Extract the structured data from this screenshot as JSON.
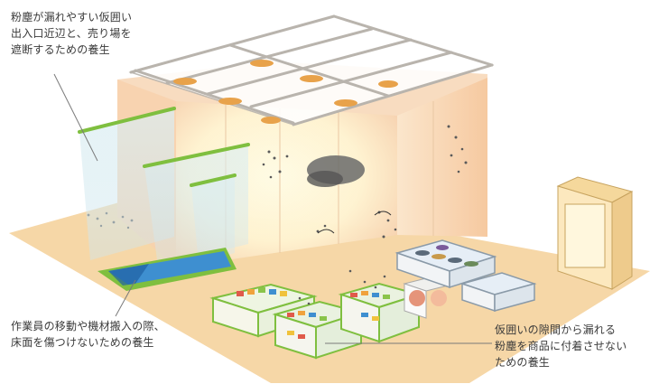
{
  "annotations": {
    "entrance_curtain": "粉塵が漏れやすい仮囲い\n出入口近辺と、売り場を\n遮断するための養生",
    "floor_protection": "作業員の移動や機材搬入の際、\n床面を傷つけないための養生",
    "goods_protection": "仮囲いの隙間から漏れる\n粉塵を商品に付着させない\nための養生"
  },
  "colors": {
    "floor": "#f6d7a7",
    "enclosure_wall": "#f8dcc0",
    "enclosure_glow": "#fffbe0",
    "ceiling_light": "#e8a24a",
    "protection_green": "#7fbf3f",
    "floor_mat_blue": "#3e8fd0",
    "curtain": "#cfe6ee",
    "dust": "#5a5a5a",
    "callout_text": "#3a3a3a",
    "leader_line": "#7a7a7a"
  }
}
